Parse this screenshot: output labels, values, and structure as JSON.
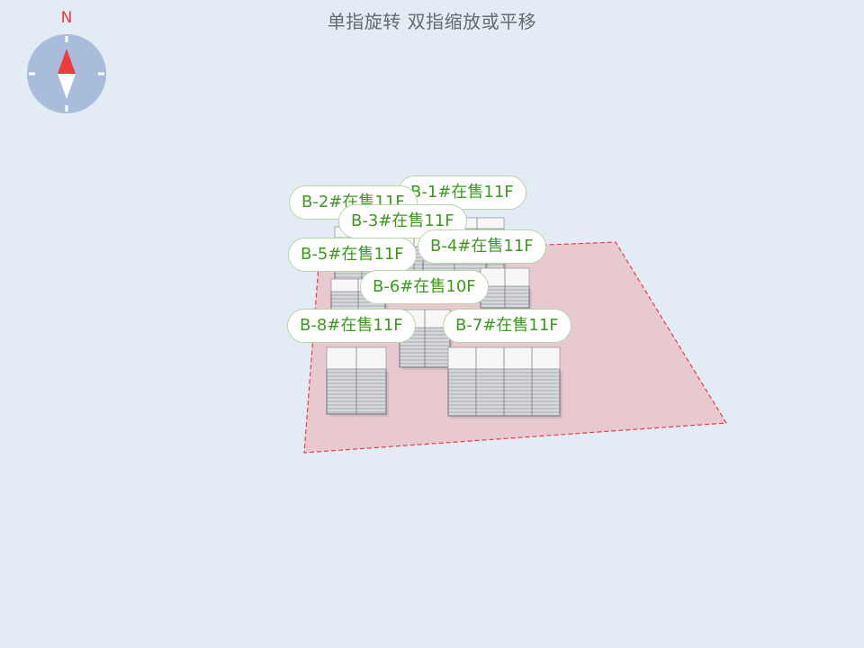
{
  "header": {
    "hint": "单指旋转 双指缩放或平移"
  },
  "compass": {
    "north_label": "N"
  },
  "colors": {
    "background": "#e3ebf4",
    "plot_fill": "#e8c9d0",
    "plot_border": "#e83b4b",
    "label_text": "#3c9a1e",
    "compass_disc": "#a8bddc",
    "compass_needle_north": "#ee3b3b"
  },
  "buildings": [
    {
      "id": "B-1",
      "label": "B-1#在售11F"
    },
    {
      "id": "B-2",
      "label": "B-2#在售11F"
    },
    {
      "id": "B-3",
      "label": "B-3#在售11F"
    },
    {
      "id": "B-4",
      "label": "B-4#在售11F"
    },
    {
      "id": "B-5",
      "label": "B-5#在售11F"
    },
    {
      "id": "B-6",
      "label": "B-6#在售10F"
    },
    {
      "id": "B-7",
      "label": "B-7#在售11F"
    },
    {
      "id": "B-8",
      "label": "B-8#在售11F"
    }
  ]
}
